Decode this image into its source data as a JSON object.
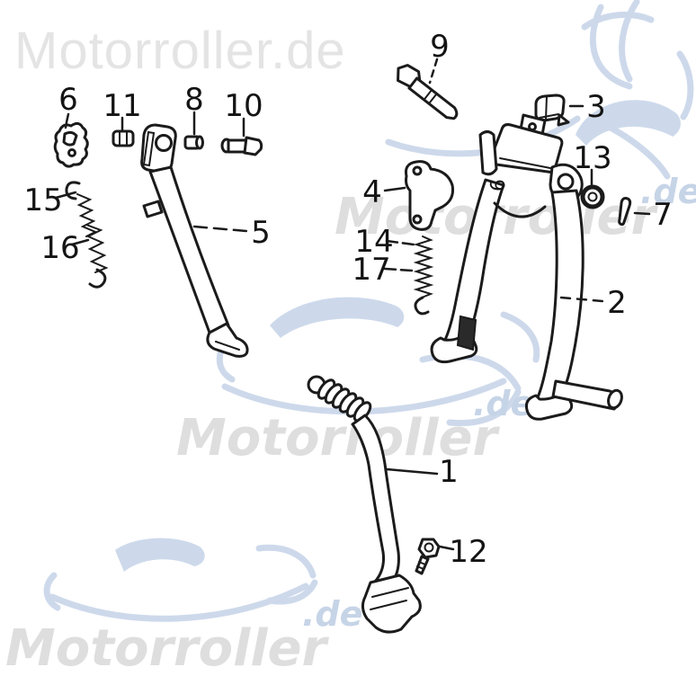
{
  "watermarks": {
    "top_text": "Motorroller.de",
    "brand_text": "Motorroller",
    "domain_suffix": ".de",
    "text_gray": "#e0e0e0",
    "accent_blue": "#c9d7e8"
  },
  "diagram": {
    "description_type": "exploded-parts-drawing",
    "line_color": "#1b1b1b",
    "part_numbers": [
      "1",
      "2",
      "3",
      "4",
      "5",
      "6",
      "7",
      "8",
      "9",
      "10",
      "11",
      "12",
      "13",
      "14",
      "15",
      "16",
      "17"
    ],
    "stand_marking": "6"
  }
}
